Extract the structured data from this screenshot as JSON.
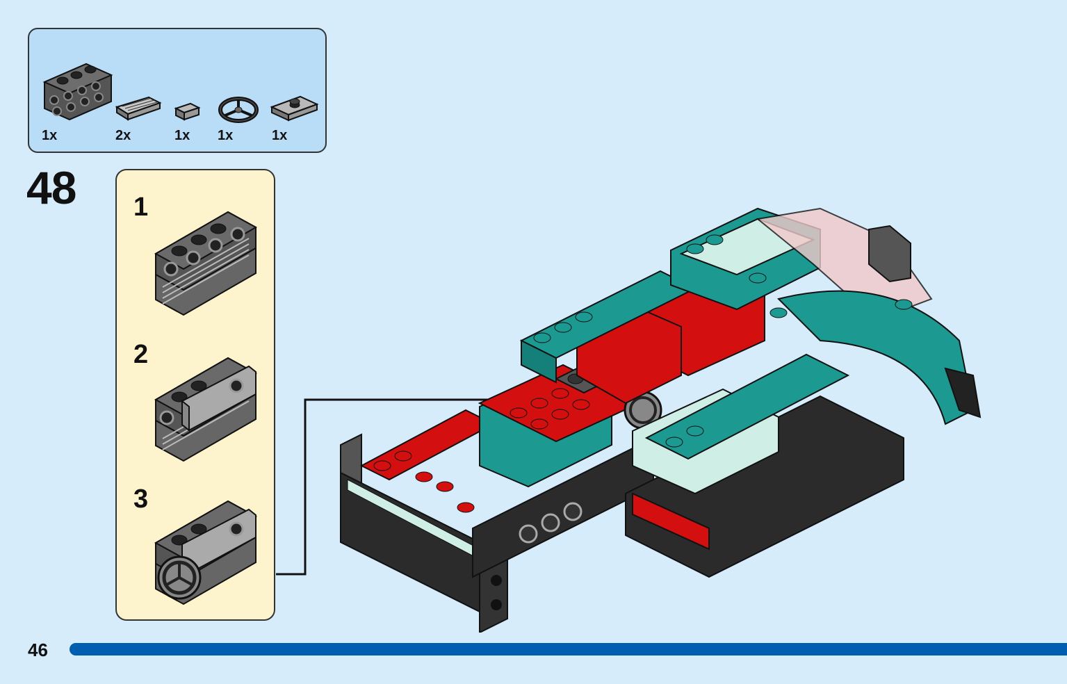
{
  "step": {
    "number": "48"
  },
  "parts": [
    {
      "name": "bracket-plate",
      "qty": "1x"
    },
    {
      "name": "grille-tile",
      "qty": "2x"
    },
    {
      "name": "tile-1x1",
      "qty": "1x"
    },
    {
      "name": "steering-wheel",
      "qty": "1x"
    },
    {
      "name": "jumper-plate",
      "qty": "1x"
    }
  ],
  "substeps": [
    {
      "label": "1"
    },
    {
      "label": "2"
    },
    {
      "label": "3"
    }
  ],
  "page": {
    "number": "46"
  },
  "colors": {
    "background": "#d6ecfb",
    "parts_box": "#b9dcf7",
    "substep_box": "#fdf3cc",
    "progress_bar": "#005eb0",
    "teal": "#1c9a92",
    "red": "#d40f0f",
    "dark_gray": "#5a5a5a"
  }
}
